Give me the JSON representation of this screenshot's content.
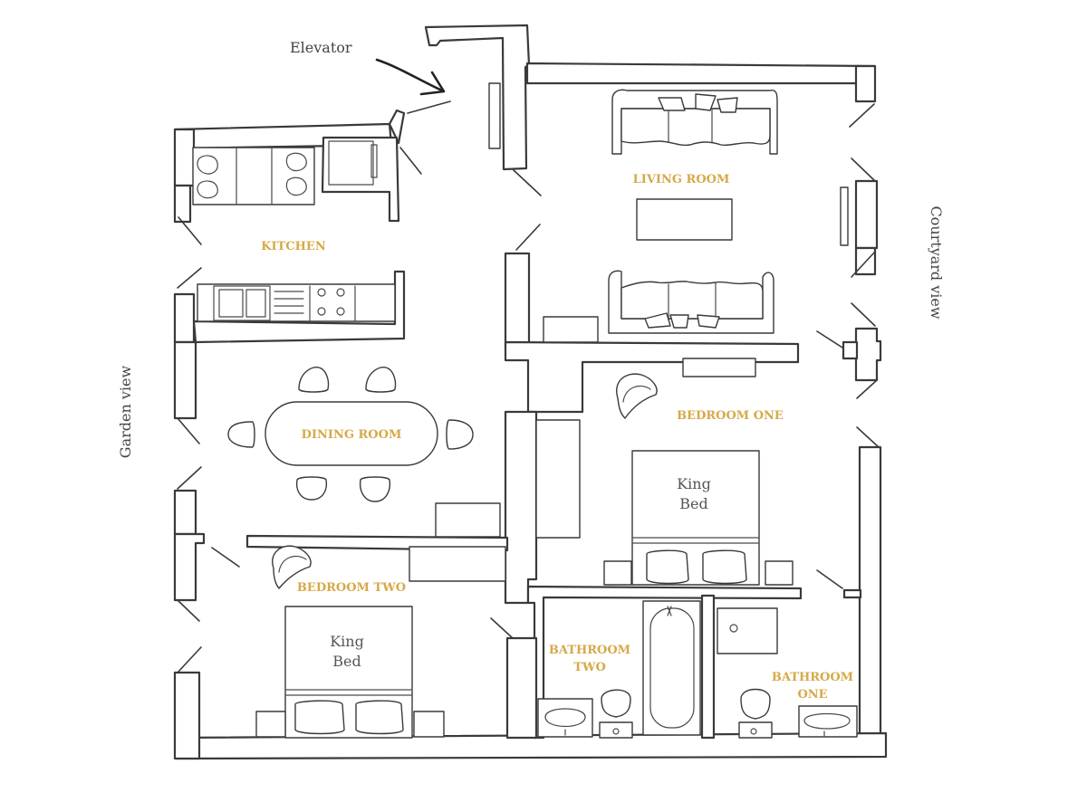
{
  "colors": {
    "room_label": "#d6a948",
    "wall": "#3a3a3a",
    "text": "#444444"
  },
  "annotations": {
    "elevator": "Elevator",
    "garden_view": "Garden view",
    "courtyard_view": "Courtyard view"
  },
  "rooms": {
    "living_room": "LIVING ROOM",
    "kitchen": "KITCHEN",
    "dining_room": "DINING ROOM",
    "bedroom_one": "BEDROOM ONE",
    "bedroom_two": "BEDROOM TWO",
    "bathroom_two": [
      "BATHROOM",
      "TWO"
    ],
    "bathroom_one": [
      "BATHROOM",
      "ONE"
    ]
  },
  "beds": {
    "bedroom_one": [
      "King",
      "Bed"
    ],
    "bedroom_two": [
      "King",
      "Bed"
    ]
  }
}
